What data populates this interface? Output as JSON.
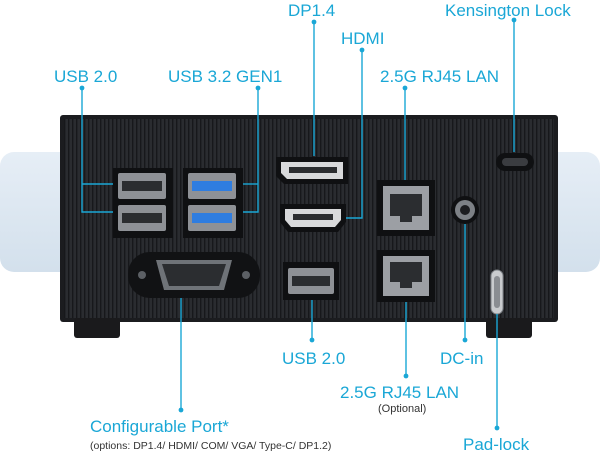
{
  "labels": {
    "dp": "DP1.4",
    "hdmi": "HDMI",
    "kensington": "Kensington Lock",
    "usb2_top": "USB 2.0",
    "usb32": "USB 3.2 GEN1",
    "lan_top": "2.5G RJ45 LAN",
    "usb2_bottom": "USB 2.0",
    "lan_bottom": "2.5G RJ45 LAN",
    "lan_bottom_note": "(Optional)",
    "dcin": "DC-in",
    "configurable": "Configurable Port*",
    "configurable_note": "(options: DP1.4/ HDMI/ COM/ VGA/ Type-C/ DP1.2)",
    "padlock": "Pad-lock"
  },
  "colors": {
    "accent": "#1aa7d6",
    "chassis": "#222427",
    "backdrop": "#dbe6f0",
    "usb3_blue": "#2f7de0"
  }
}
